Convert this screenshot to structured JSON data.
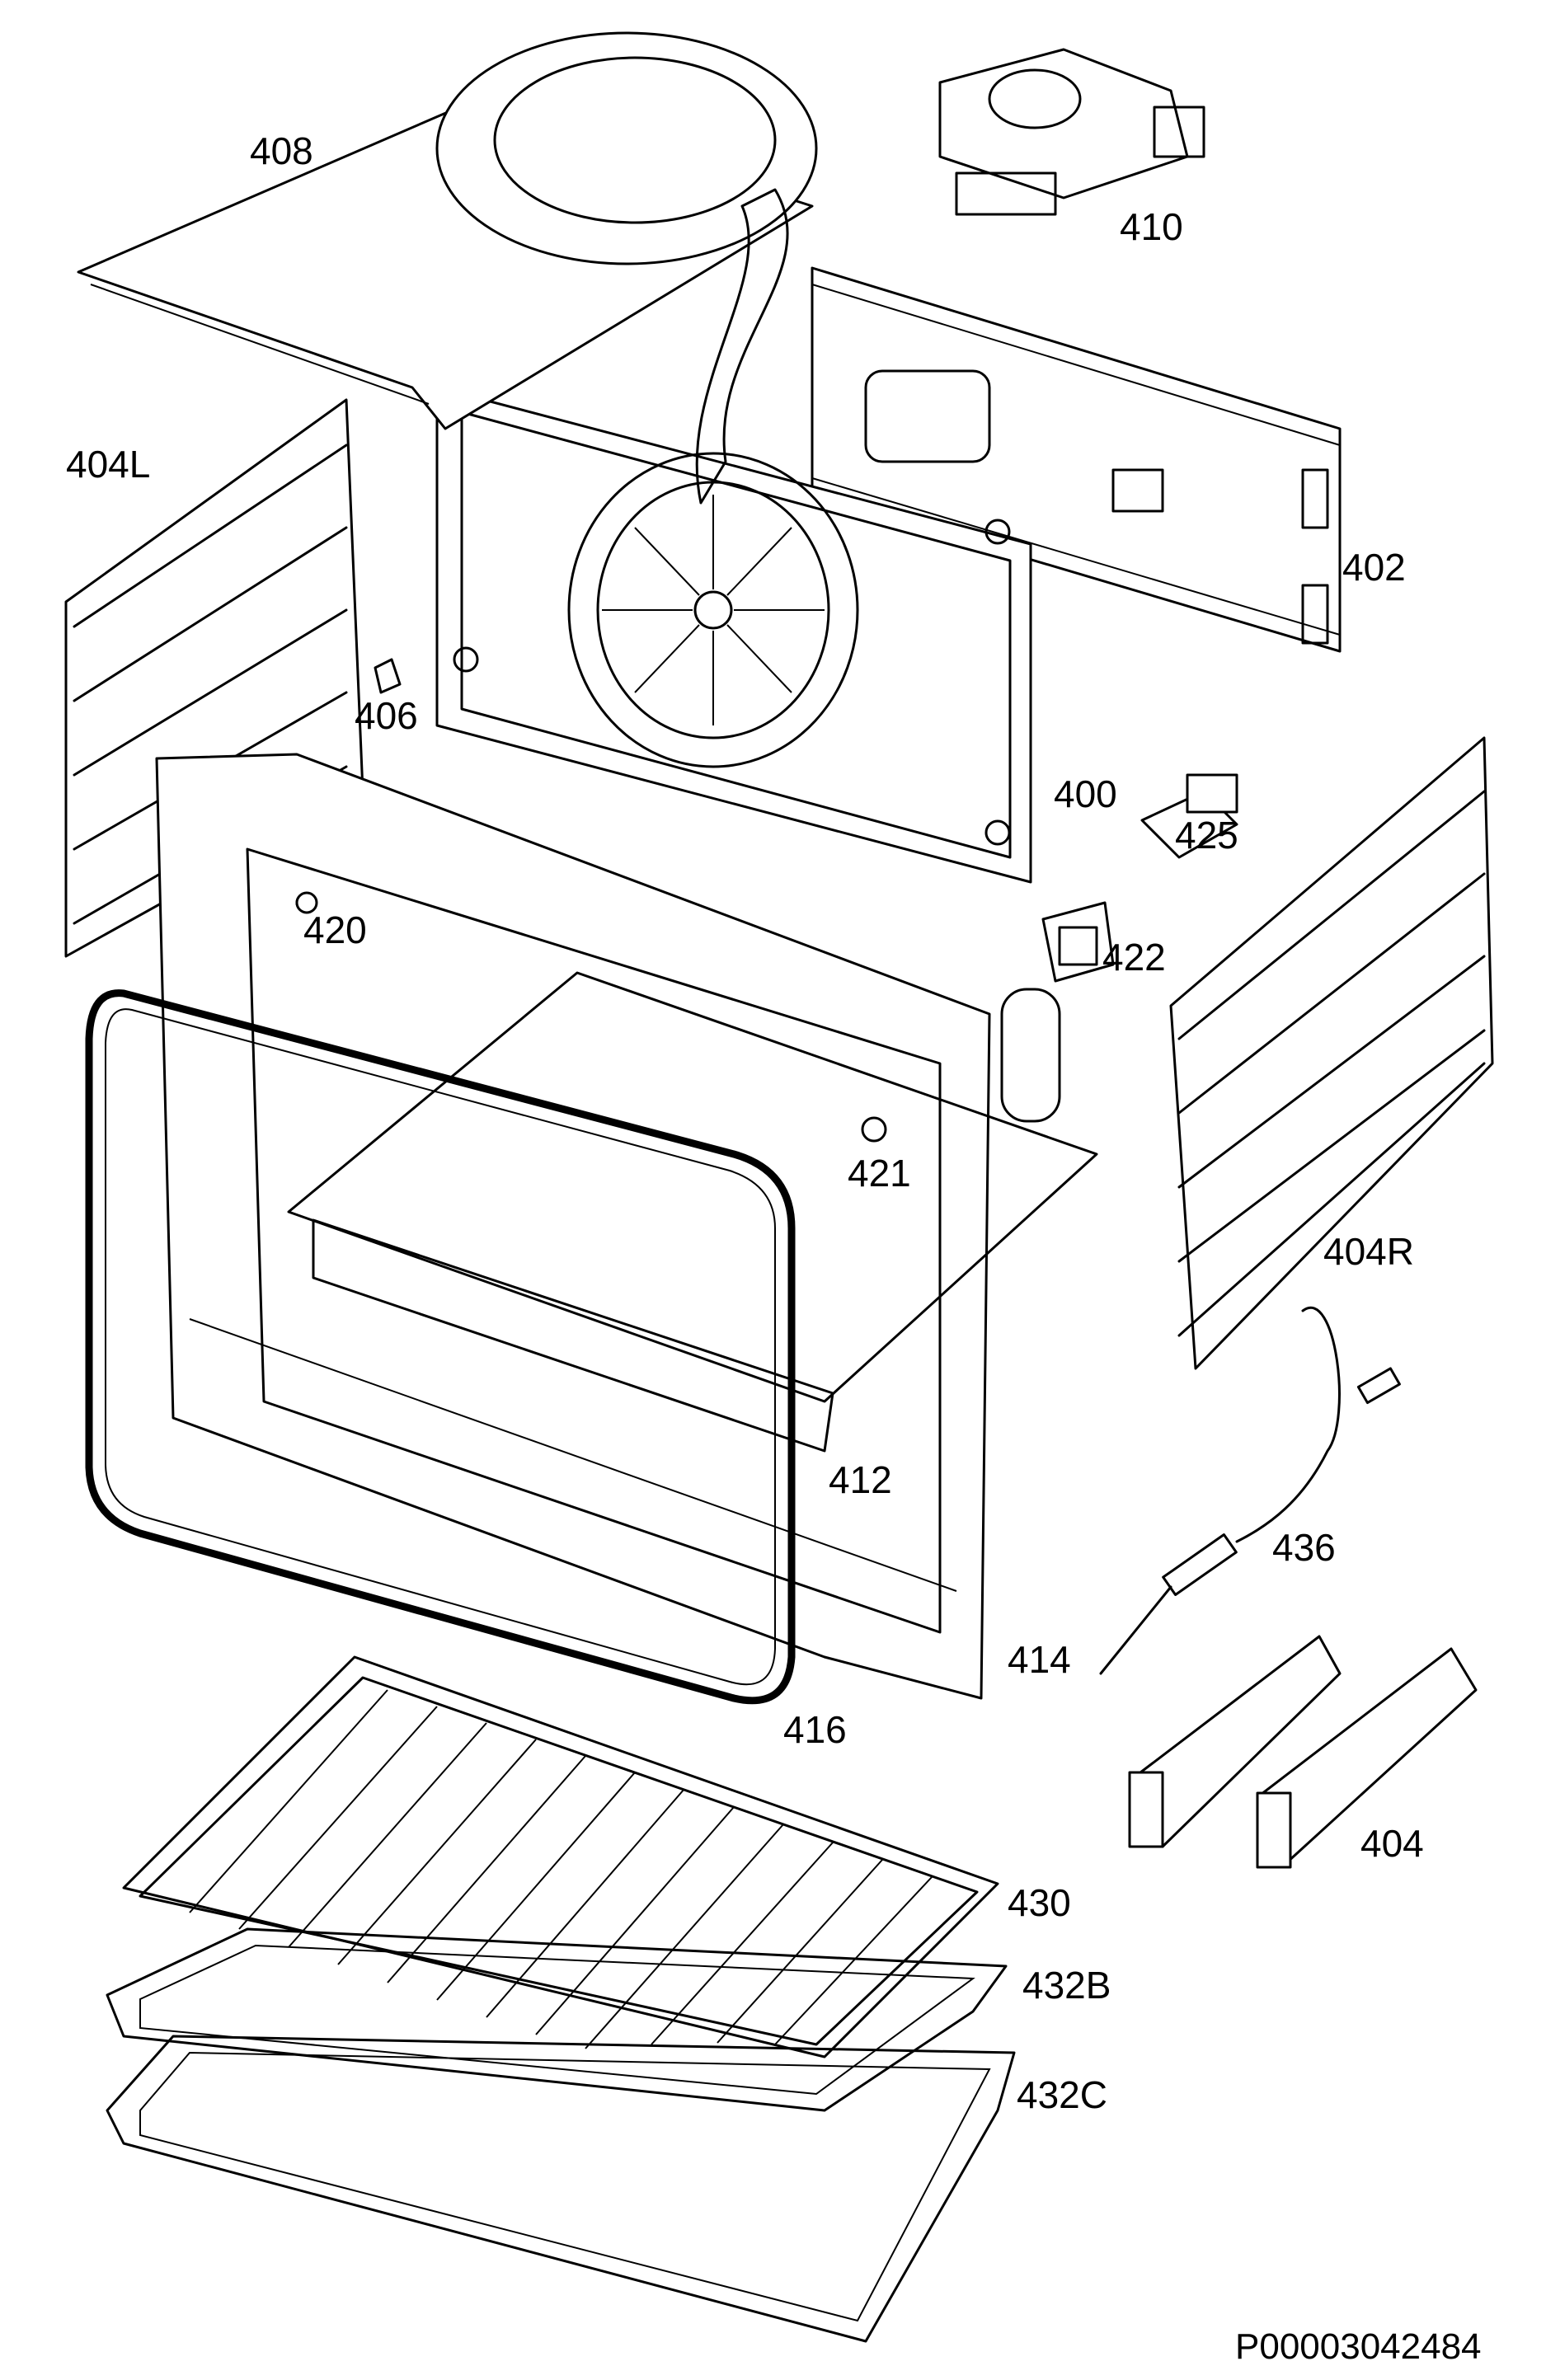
{
  "callouts": {
    "p408": "408",
    "p410": "410",
    "p404L": "404L",
    "p402": "402",
    "p406": "406",
    "p400": "400",
    "p425": "425",
    "p420": "420",
    "p422": "422",
    "p421": "421",
    "p404R": "404R",
    "p412": "412",
    "p436": "436",
    "p414": "414",
    "p416": "416",
    "p404": "404",
    "p430": "430",
    "p432B": "432B",
    "p432C": "432C"
  },
  "drawing_code": "P00003042484"
}
